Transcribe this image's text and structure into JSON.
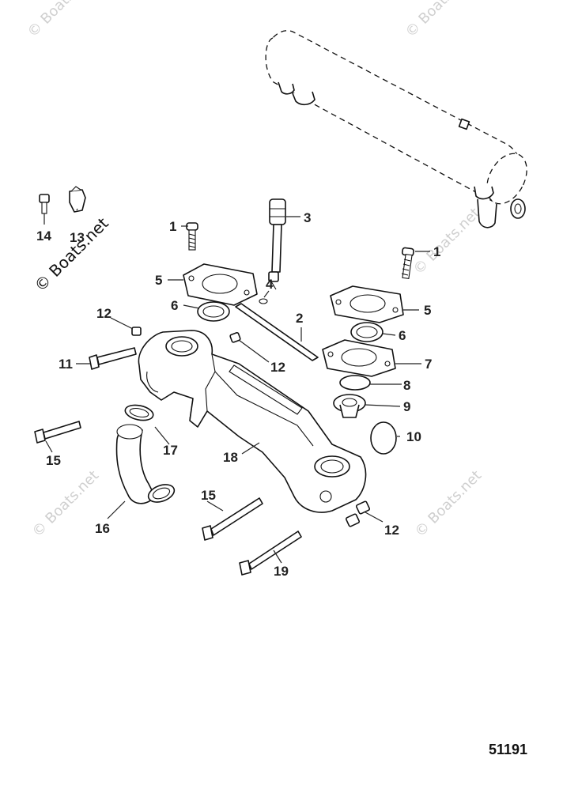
{
  "diagram": {
    "watermark_text": "© Boats.net",
    "figure_number": "51191",
    "callouts": [
      {
        "id": "c1a",
        "label": "1"
      },
      {
        "id": "c1b",
        "label": "1"
      },
      {
        "id": "c2",
        "label": "2"
      },
      {
        "id": "c3",
        "label": "3"
      },
      {
        "id": "c4",
        "label": "4"
      },
      {
        "id": "c5a",
        "label": "5"
      },
      {
        "id": "c5b",
        "label": "5"
      },
      {
        "id": "c6a",
        "label": "6"
      },
      {
        "id": "c6b",
        "label": "6"
      },
      {
        "id": "c7",
        "label": "7"
      },
      {
        "id": "c8",
        "label": "8"
      },
      {
        "id": "c9",
        "label": "9"
      },
      {
        "id": "c10",
        "label": "10"
      },
      {
        "id": "c11",
        "label": "11"
      },
      {
        "id": "c12a",
        "label": "12"
      },
      {
        "id": "c12b",
        "label": "12"
      },
      {
        "id": "c12c",
        "label": "12"
      },
      {
        "id": "c13",
        "label": "13"
      },
      {
        "id": "c14",
        "label": "14"
      },
      {
        "id": "c15a",
        "label": "15"
      },
      {
        "id": "c15b",
        "label": "15"
      },
      {
        "id": "c16",
        "label": "16"
      },
      {
        "id": "c17",
        "label": "17"
      },
      {
        "id": "c18",
        "label": "18"
      },
      {
        "id": "c19",
        "label": "19"
      }
    ]
  }
}
